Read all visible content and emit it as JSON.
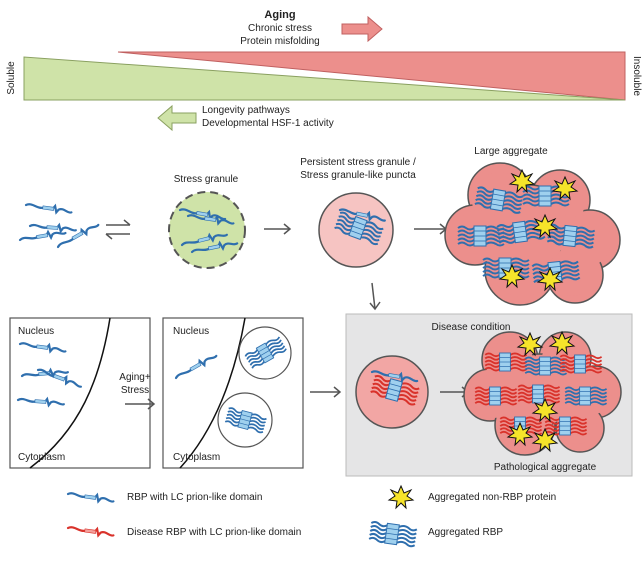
{
  "top": {
    "aging_title": "Aging",
    "aging_line1": "Chronic stress",
    "aging_line2": "Protein misfolding",
    "longevity_line1": "Longevity pathways",
    "longevity_line2": "Developmental HSF-1 activity",
    "left_label": "Soluble",
    "right_label": "Insoluble"
  },
  "stages": {
    "stress_granule": "Stress granule",
    "persistent_line1": "Persistent stress granule /",
    "persistent_line2": "Stress granule-like puncta",
    "large_aggregate": "Large aggregate"
  },
  "cells": {
    "cell1_nucleus": "Nucleus",
    "cell1_cytoplasm": "Cytoplasm",
    "aging_stress_line1": "Aging+",
    "aging_stress_line2": "Stress",
    "cell2_nucleus": "Nucleus",
    "cell2_cytoplasm": "Cytoplasm",
    "disease_condition": "Disease condition",
    "pathological_aggregate": "Pathological aggregate"
  },
  "legend": {
    "rbp": "RBP with LC prion-like domain",
    "disease_rbp": "Disease RBP with LC prion-like domain",
    "non_rbp": "Aggregated non-RBP protein",
    "aggregated_rbp": "Aggregated RBP"
  },
  "colors": {
    "protein_blue": "#2f6fae",
    "domain_light": "#9fd0ee",
    "disease_red": "#d9322b",
    "green_fill": "#cfe3a8",
    "pink_fill": "#f2a6a4",
    "salmon_fill": "#ec8f8c",
    "star_yellow": "#f6e42a",
    "disease_bg": "#e5e5e6"
  }
}
